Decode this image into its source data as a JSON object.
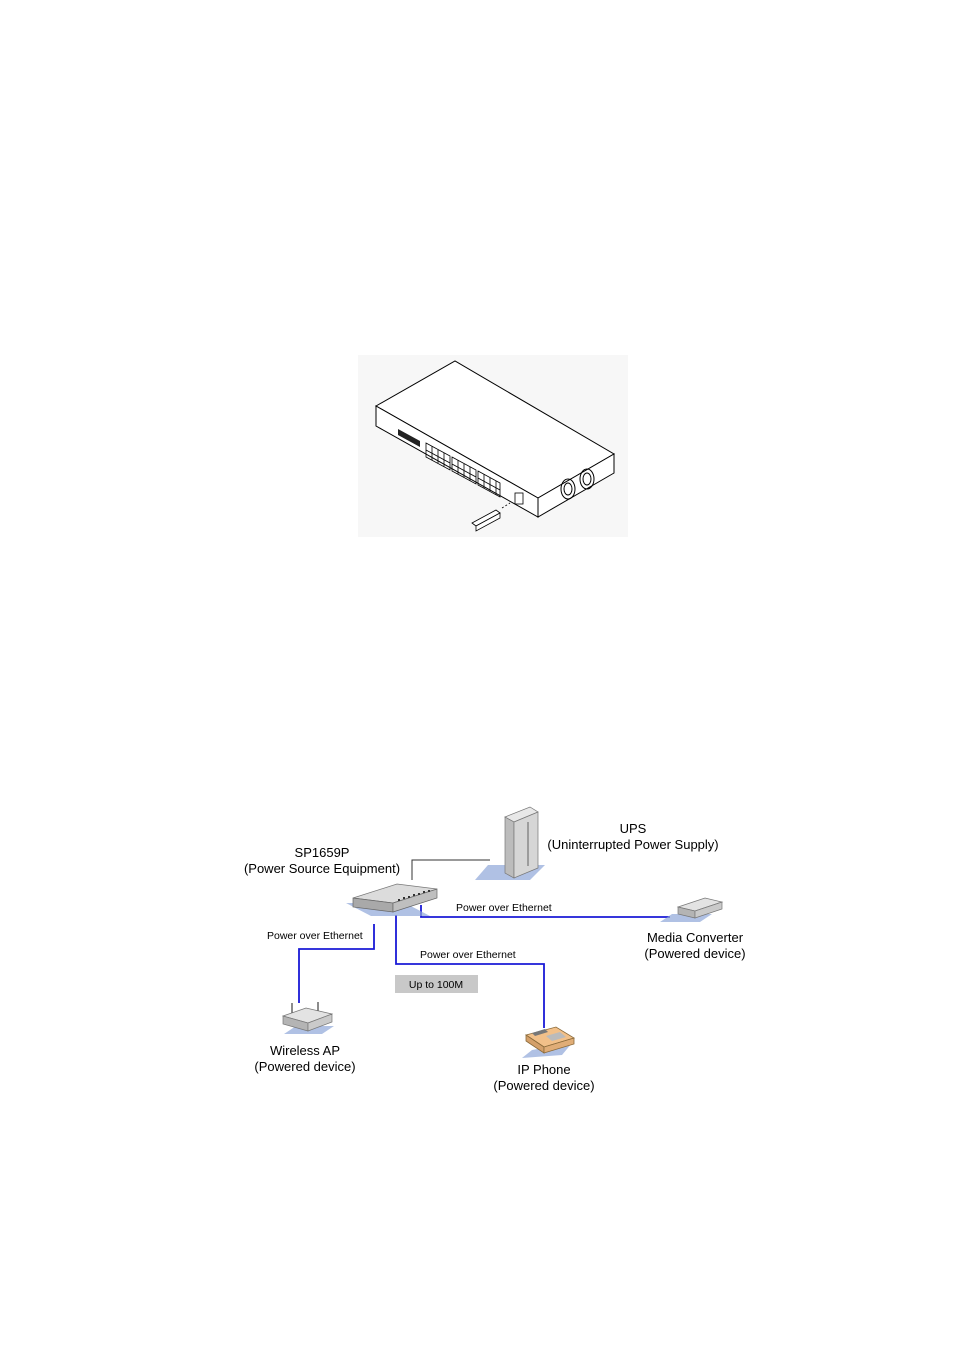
{
  "diagram": {
    "pse": {
      "name": "SP1659P",
      "role": "(Power Source Equipment)"
    },
    "ups": {
      "name": "UPS",
      "role": "(Uninterrupted Power Supply)"
    },
    "media_converter": {
      "name": "Media Converter",
      "role": "(Powered device)"
    },
    "wireless_ap": {
      "name": "Wireless AP",
      "role": "(Powered device)"
    },
    "ip_phone": {
      "name": "IP Phone",
      "role": "(Powered device)"
    },
    "links": {
      "to_media_converter": "Power over Ethernet",
      "to_wireless_ap": "Power over Ethernet",
      "to_ip_phone": "Power over Ethernet"
    },
    "speed_badge": "Up to 100M"
  },
  "colors": {
    "poe_line": "#1a1ad6",
    "ups_line": "#333333",
    "badge_bg": "#c8c8c8",
    "shadow_blue": "#8ea6d8"
  }
}
